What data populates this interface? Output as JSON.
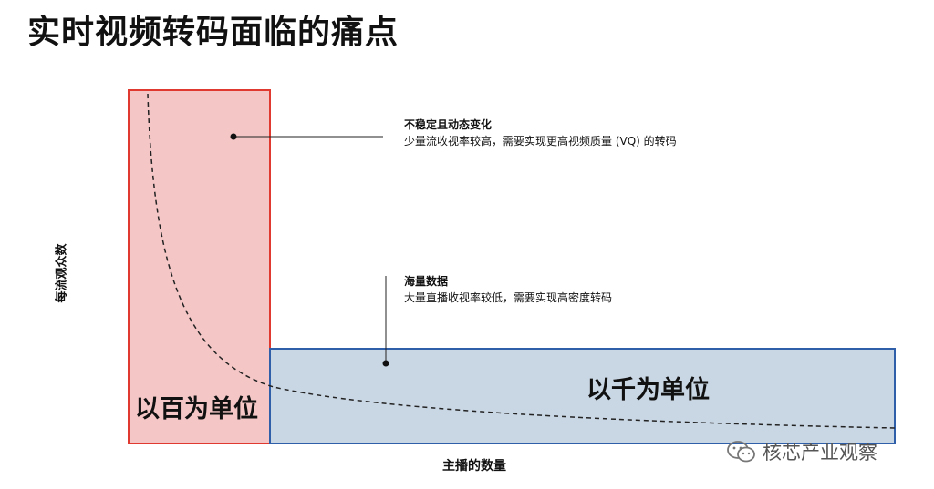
{
  "title": "实时视频转码面临的痛点",
  "axes": {
    "y_label": "每流观众数",
    "x_label": "主播的数量"
  },
  "boxes": {
    "hundreds": {
      "label": "以百为单位",
      "fill": "#f4c6c6",
      "stroke": "#e0392f"
    },
    "thousands": {
      "label": "以千为单位",
      "fill": "#c9d6e3",
      "stroke": "#2f5fa8"
    }
  },
  "annotations": {
    "unstable": {
      "heading": "不稳定且动态变化",
      "body": "少量流收视率较高，需要实现更高视频质量 (VQ) 的转码"
    },
    "massive": {
      "heading": "海量数据",
      "body": "大量直播收视率较低，需要实现高密度转码"
    }
  },
  "watermark": {
    "icon": "wechat-icon",
    "text": "核芯产业观察"
  }
}
